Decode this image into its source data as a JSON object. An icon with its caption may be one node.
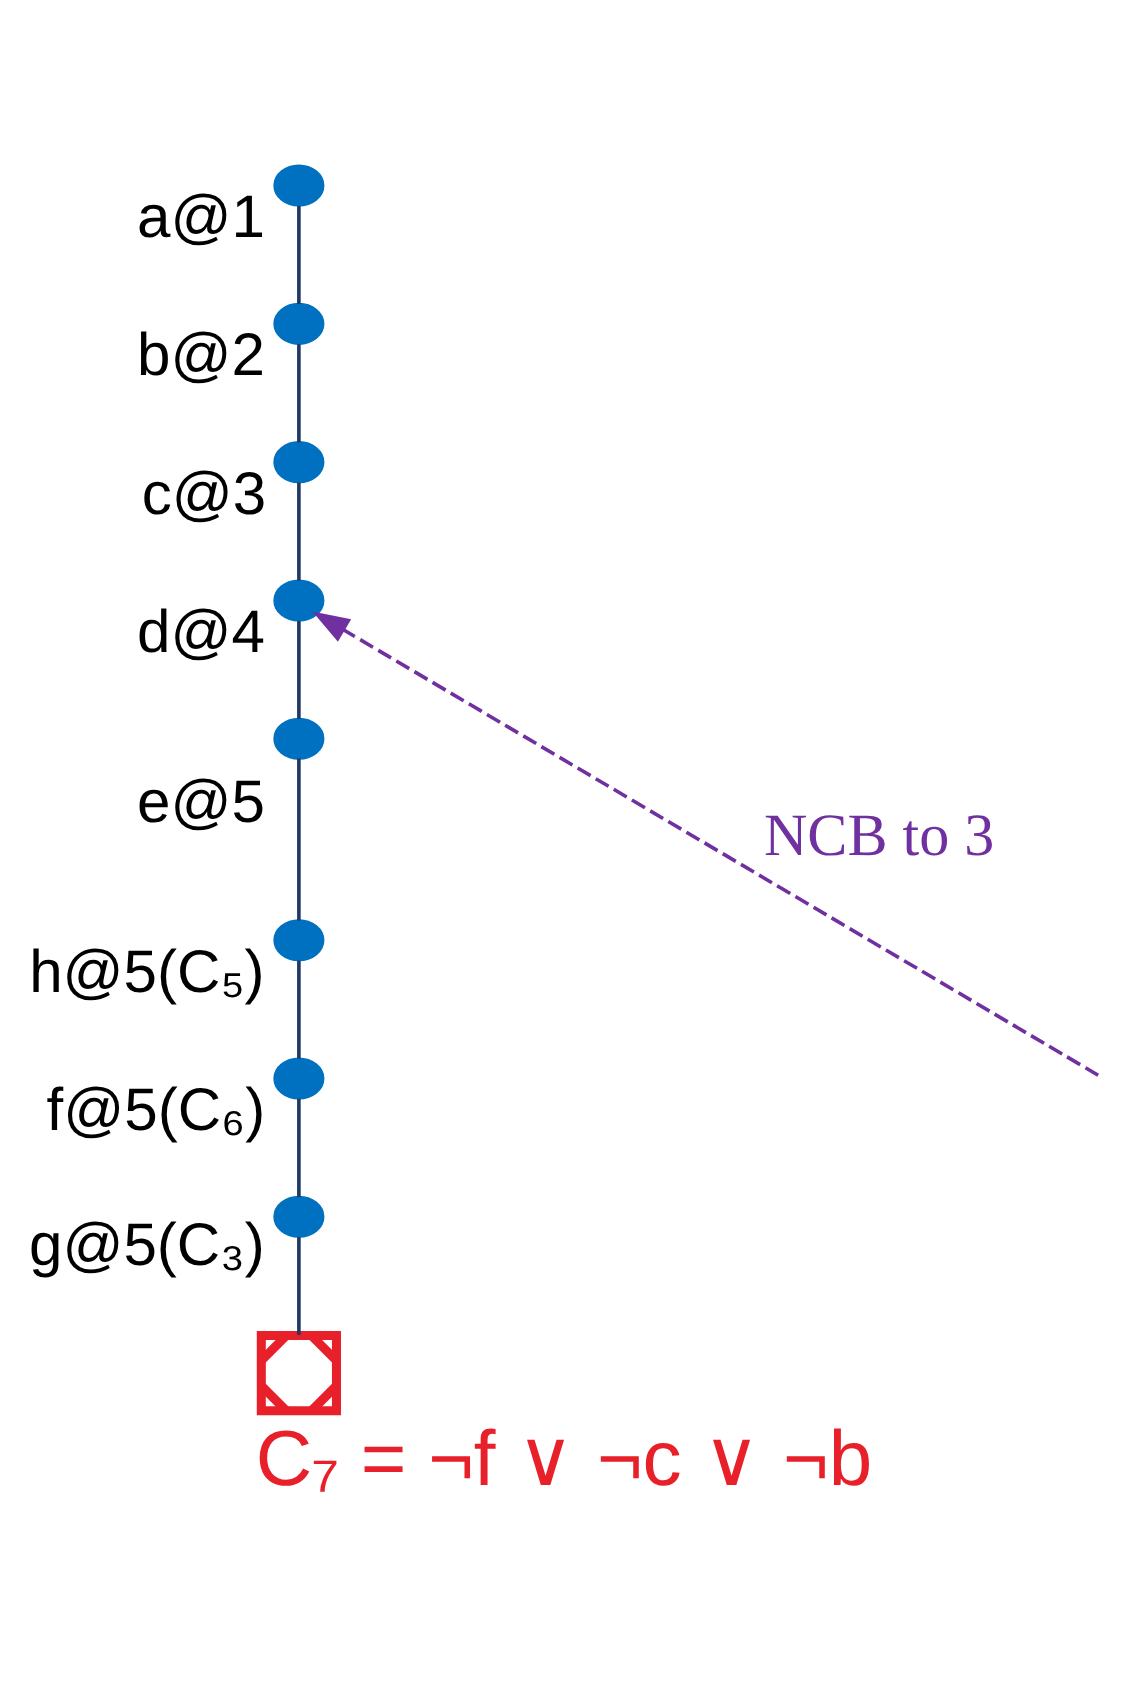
{
  "diagram": {
    "caption": "C₇ = ¬f ∨ ¬c ∨ ¬b",
    "nodes": [
      {
        "text": [],
        "shape": "circle"
      },
      {
        "text": [],
        "shape": "circle"
      },
      {
        "text": [],
        "shape": "circle"
      },
      {
        "text": [],
        "shape": "circle"
      },
      {
        "text": [],
        "shape": "circle"
      },
      {
        "text": [],
        "shape": "circle"
      },
      {
        "text": [],
        "shape": "circle"
      },
      {
        "text": [],
        "shape": "circle"
      },
      {
        "text": [],
        "shape": "cross"
      }
    ],
    "edges": [
      {
        "from": 0,
        "to": 1,
        "arrow": "none",
        "label": "a@1"
      },
      {
        "from": 1,
        "to": 2,
        "arrow": "none",
        "label": "b@2"
      },
      {
        "from": 2,
        "to": 3,
        "arrow": "none",
        "label": "c@3"
      },
      {
        "from": 3,
        "to": 4,
        "arrow": "none",
        "label": "d@4"
      },
      {
        "from": 4,
        "to": 5,
        "arrow": "none",
        "label": "e@5"
      },
      {
        "from": 5,
        "to": 6,
        "arrow": "none",
        "label": "h@5(C₅)"
      },
      {
        "from": 6,
        "to": 7,
        "arrow": "none",
        "label": "f@5(C₆)"
      },
      {
        "from": 7,
        "to": 8,
        "arrow": "none",
        "label": "g@5(C₃)"
      },
      {
        "from": null,
        "to": 3,
        "arrow": "to",
        "label": "NCB to 3",
        "style": "dashed",
        "color": "#7030a0"
      }
    ]
  }
}
